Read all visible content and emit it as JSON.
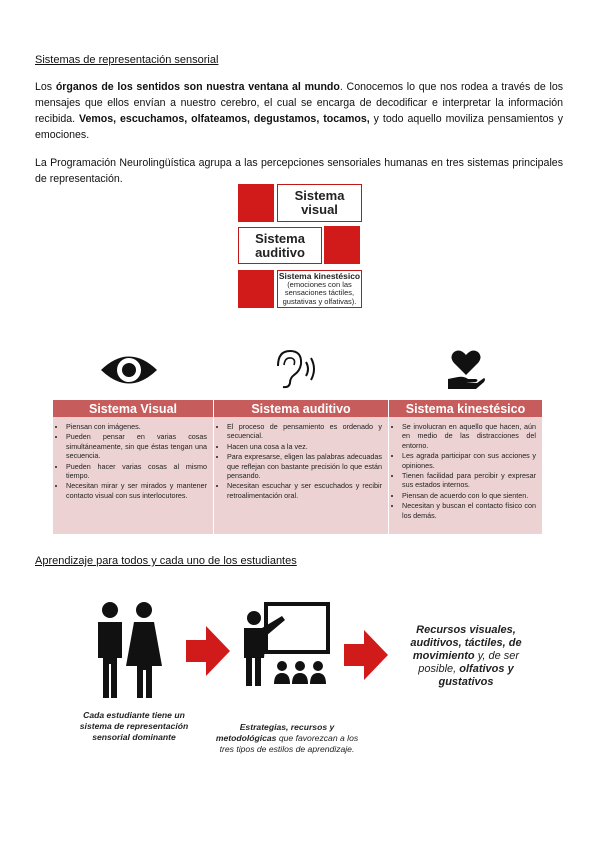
{
  "section1": {
    "heading": "Sistemas de representación sensorial",
    "p1_parts": {
      "a": "Los ",
      "b": "órganos de los sentidos son nuestra ventana al mundo",
      "c": ". Conocemos lo que nos rodea a través de los mensajes que ellos envían a nuestro cerebro, el cual se encarga de decodificar e interpretar la información recibida. ",
      "d": "Vemos, escuchamos, olfateamos, degustamos,  tocamos,",
      "e": " y todo aquello moviliza pensamientos y emociones."
    },
    "p2": "La Programación Neurolingüística agrupa a las percepciones sensoriales humanas en tres sistemas principales de representación."
  },
  "diagram": {
    "visual": "Sistema visual",
    "auditivo": "Sistema auditivo",
    "kinest_title": "Sistema kinestésico",
    "kinest_sub": "(emociones con las sensaciones táctiles, gustativas y olfativas).",
    "colors": {
      "red": "#d11a1a"
    }
  },
  "table": {
    "columns": [
      {
        "title": "Sistema Visual",
        "items": [
          "Piensan con imágenes.",
          "Pueden pensar en varias cosas simultáneamente, sin que éstas tengan una secuencia.",
          "Pueden hacer varias cosas al mismo tiempo.",
          "Necesitan mirar y ser mirados y mantener contacto visual con sus interlocutores."
        ]
      },
      {
        "title": "Sistema auditivo",
        "items": [
          "El proceso de pensamiento es ordenado y secuencial.",
          "Hacen una cosa a la vez.",
          "Para expresarse, eligen las palabras adecuadas que reflejan con bastante precisión lo que están pensando.",
          "Necesitan escuchar y ser escuchados y recibir retroalimentación oral."
        ]
      },
      {
        "title": "Sistema kinestésico",
        "items": [
          "Se involucran en aquello que hacen, aún en medio de las distracciones del entorno.",
          "Les agrada participar con sus acciones y opiniones.",
          "Tienen facilidad para percibir y expresar sus estados internos.",
          "Piensan de acuerdo con lo que sienten.",
          "Necesitan y buscan el contacto físico con los demás."
        ]
      }
    ],
    "colors": {
      "header": "#c65c5c",
      "body": "#ecd2d2"
    }
  },
  "section2": {
    "heading": "Aprendizaje para todos y cada uno de los estudiantes",
    "left_caption": "Cada estudiante tiene un sistema de representación sensorial dominante",
    "mid_caption_bold": "Estrategias, recursos y metodológicas",
    "mid_caption_rest": " que favorezcan a los tres tipos de estilos de aprendizaje.",
    "right_parts": {
      "a": "Recursos visuales, auditivos, táctiles, de movimiento",
      "b": " y, de ser posible, ",
      "c": "olfativos y gustativos"
    }
  },
  "icons": [
    "eye-icon",
    "ear-icon",
    "heart-hand-icon",
    "people-icon",
    "teacher-icon",
    "arrow-icon"
  ]
}
